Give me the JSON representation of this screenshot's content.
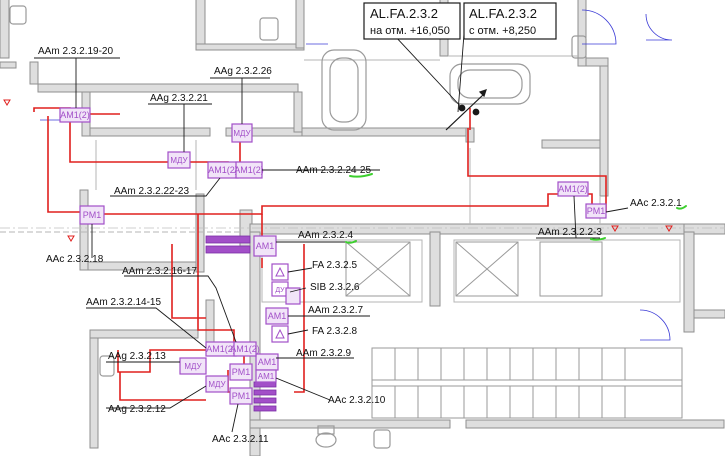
{
  "colors": {
    "wall": "#8f8f8f",
    "wall_fill": "#dedede",
    "cable": "#e0201e",
    "device": "#a24fc8",
    "device_fill": "#f1e4f8",
    "label": "#111111",
    "leader": "#1a1a1a",
    "fixture": "#9a9a9a",
    "underline": "#3ccf2e",
    "door_arc": "#3b3bd6"
  },
  "callouts": {
    "riser_top": "AL.FA.2.3.2",
    "riser_top_note": "на отм. +16,050",
    "riser_bottom": "AL.FA.2.3.2",
    "riser_bottom_note": "с отм. +8,250"
  },
  "devices": {
    "am_top_left": "АМ1(2)",
    "mdu_top": "МДУ",
    "mdu_mid": "МДУ",
    "am_center_a": "АМ1(2)",
    "am_center_b": "АМ1(2)",
    "am_right": "АМ1(2)",
    "pm_right": "РМ1",
    "pm_left": "РМ1",
    "am_corridor": "АМ1",
    "du": "ДУ",
    "am_stack_1": "АМ1",
    "am_stack_2": "АМ1",
    "am_bottom_a": "АМ1(2)",
    "am_bottom_b": "АМ1(2)",
    "mdu_bottom_a": "МДУ",
    "mdu_bottom_b": "МДУ",
    "pm_bottom_a": "РМ1",
    "am_bottom_c": "АМ1",
    "pm_bottom_b": "РМ1"
  },
  "labels": {
    "aam_19_20": "AAm  2.3.2.19-20",
    "aag_26": "AAg  2.3.2.26",
    "aag_21": "AAg  2.3.2.21",
    "aam_24_25": "AAm  2.3.2.24-25",
    "aam_22_23": "AAm  2.3.2.22-23",
    "aac_1": "AAc  2.3.2.1",
    "aam_2_3": "AAm  2.3.2.2-3",
    "aac_18": "AAc  2.3.2.18",
    "aam_4": "AAm  2.3.2.4",
    "aam_16_17": "AAm  2.3.2.16-17",
    "fa_5": "FA  2.3.2.5",
    "sib_6": "SIB  2.3.2.6",
    "aam_14_15": "AAm  2.3.2.14-15",
    "aam_7": "AAm  2.3.2.7",
    "fa_8": "FA  2.3.2.8",
    "aam_9": "AAm  2.3.2.9",
    "aag_13": "AAg  2.3.2.13",
    "aac_10": "AAc  2.3.2.10",
    "aag_12": "AAg  2.3.2.12",
    "aac_11": "AAc  2.3.2.11"
  }
}
